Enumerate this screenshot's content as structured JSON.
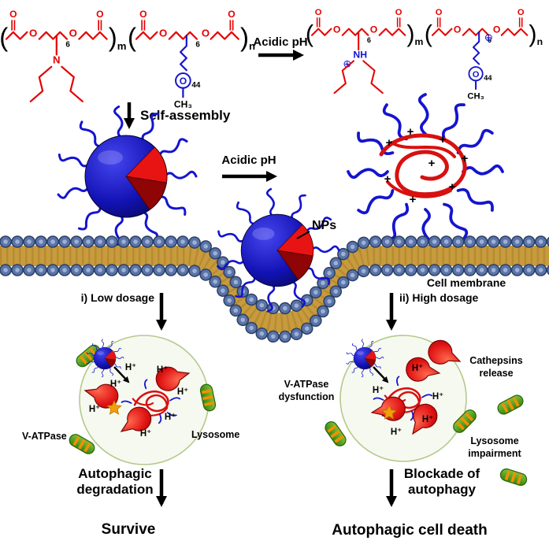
{
  "figure": {
    "description": "Schematic of pH-responsive polymeric nanoparticles: self-assembly, acid-triggered disassembly and protonation, cellular uptake through the membrane, and dose-dependent autophagy outcomes"
  },
  "labels": {
    "acidic_ph_top": "Acidic pH",
    "self_assembly": "Self-assembly",
    "acidic_ph_mid": "Acidic pH",
    "nps": "NPs",
    "cell_membrane": "Cell membrane",
    "low_dosage": "i) Low dosage",
    "high_dosage": "ii) High dosage",
    "v_atpase": "V-ATPase",
    "lysosome": "Lysosome",
    "v_atpase_dysfunction": [
      "V-ATPase",
      "dysfunction"
    ],
    "cathepsins_release": [
      "Cathepsins",
      "release"
    ],
    "lysosome_impairment": [
      "Lysosome",
      "impairment"
    ],
    "autophagic_degradation": [
      "Autophagic",
      "degradation"
    ],
    "survive": "Survive",
    "blockade_of_autophagy": [
      "Blockade of",
      "autophagy"
    ],
    "autophagic_cell_death": "Autophagic cell death",
    "h_plus": "H⁺",
    "plus": "+"
  },
  "chem": {
    "oxygen": "O",
    "nitrogen": "N",
    "nh": "NH",
    "sub_m": "m",
    "sub_n": "n",
    "sub_6": "6",
    "sub_44": "44",
    "ch3": "CH₃",
    "circled_plus": "⊕",
    "bracket_open": "(",
    "bracket_close": ")"
  },
  "colors": {
    "polymer_red": "#e60000",
    "polymer_blue": "#1414cf",
    "membrane_bead": "#5a74a8",
    "membrane_core": "#c79b3e",
    "lysosome_red": "#e01414",
    "v_atpase_green": "#57a621",
    "v_atpase_stripe": "#f29100",
    "vesicle_fill": "#f6f9f0",
    "vesicle_border": "#b4c98c",
    "text": "#000000",
    "background": "#ffffff"
  }
}
